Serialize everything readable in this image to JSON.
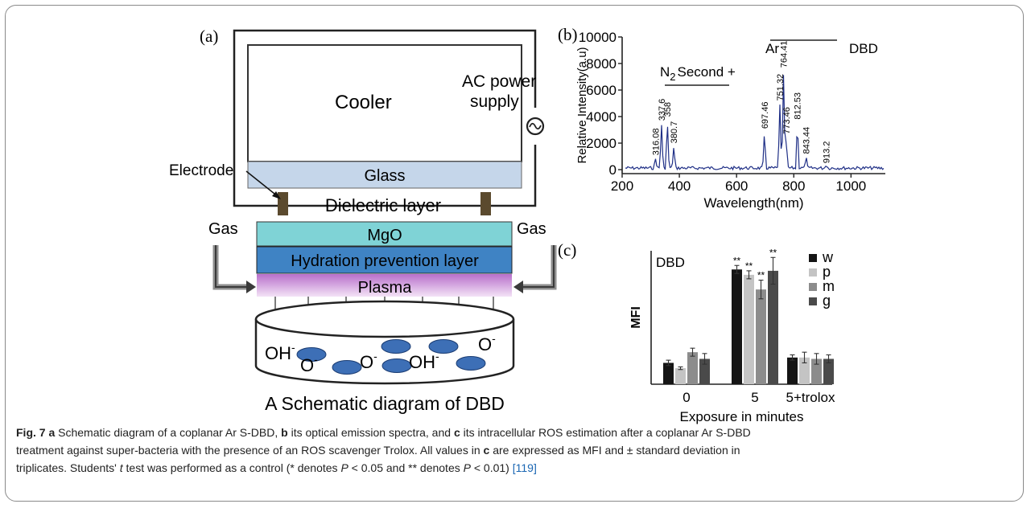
{
  "panel_a": {
    "label": "(a)",
    "cooler": "Cooler",
    "ac_line1": "AC power",
    "ac_line2": "supply",
    "electrode": "Electrode",
    "glass": "Glass",
    "dielectric": "Dielectric layer",
    "gas_left": "Gas",
    "gas_right": "Gas",
    "mgo": "MgO",
    "hydration": "Hydration prevention layer",
    "plasma": "Plasma",
    "species": [
      {
        "base": "OH",
        "sup": "-"
      },
      {
        "base": "O",
        "sup": "-"
      },
      {
        "base": "O",
        "sup": "-"
      },
      {
        "base": "OH",
        "sup": "-"
      },
      {
        "base": "O",
        "sup": "-"
      }
    ],
    "title": "A Schematic diagram of DBD",
    "colors": {
      "glass": "#c5d6ea",
      "mgo": "#7fd3d6",
      "hydration": "#3f83c4",
      "plasma": "#c27ed1",
      "ellipse": "#3d6fb6",
      "electrode": "#5b4a2e"
    }
  },
  "chart_data": [
    {
      "type": "line",
      "label": "(b)",
      "xlabel": "Wavelength(nm)",
      "ylabel": "Relative Intensity(a.u)",
      "xlim": [
        200,
        1120
      ],
      "ylim": [
        -300,
        10000
      ],
      "xticks": [
        200,
        400,
        600,
        800,
        1000
      ],
      "yticks": [
        0,
        2000,
        4000,
        6000,
        8000,
        10000
      ],
      "legend_text": "DBD",
      "annotations": {
        "n2_base": "N",
        "n2_sub": "2",
        "n2_rest": "Second +",
        "ar": "Ar"
      },
      "peaks": [
        {
          "x": 316.08,
          "y": 900,
          "label": "316.08"
        },
        {
          "x": 337.6,
          "y": 3500,
          "label": "337.6"
        },
        {
          "x": 358,
          "y": 3800,
          "label": "358"
        },
        {
          "x": 380.7,
          "y": 1800,
          "label": "380.7"
        },
        {
          "x": 697.46,
          "y": 2900,
          "label": "697.46"
        },
        {
          "x": 751.32,
          "y": 5000,
          "label": "751.32"
        },
        {
          "x": 764.41,
          "y": 7500,
          "label": "764.41"
        },
        {
          "x": 773.46,
          "y": 2500,
          "label": "773.46"
        },
        {
          "x": 812.53,
          "y": 3600,
          "label": "812.53"
        },
        {
          "x": 843.44,
          "y": 1000,
          "label": "843.44"
        },
        {
          "x": 913.2,
          "y": 300,
          "label": "913.2"
        }
      ],
      "color": "#1f2f86"
    },
    {
      "type": "bar",
      "label": "(c)",
      "title": "DBD",
      "xlabel": "Exposure in minutes",
      "ylabel": "MFI",
      "categories": [
        "0",
        "5",
        "5+trolox"
      ],
      "ylim": [
        0,
        1
      ],
      "series": [
        {
          "name": "w",
          "color": "#151515",
          "values": [
            0.16,
            0.86,
            0.2
          ],
          "errors": [
            0.02,
            0.03,
            0.02
          ],
          "sig": [
            "",
            "**",
            ""
          ]
        },
        {
          "name": "p",
          "color": "#c4c4c4",
          "values": [
            0.12,
            0.82,
            0.2
          ],
          "errors": [
            0.01,
            0.03,
            0.04
          ],
          "sig": [
            "",
            "**",
            ""
          ]
        },
        {
          "name": "m",
          "color": "#8c8c8c",
          "values": [
            0.24,
            0.71,
            0.19
          ],
          "errors": [
            0.03,
            0.07,
            0.04
          ],
          "sig": [
            "",
            "**",
            ""
          ]
        },
        {
          "name": "g",
          "color": "#4a4a4a",
          "values": [
            0.19,
            0.85,
            0.19
          ],
          "errors": [
            0.04,
            0.1,
            0.03
          ],
          "sig": [
            "",
            "**",
            ""
          ]
        }
      ]
    }
  ],
  "caption": {
    "fig": "Fig. 7",
    "a": "a",
    "t1": " Schematic diagram of a coplanar Ar S-DBD, ",
    "b": "b",
    "t2": " its optical emission spectra, and ",
    "c": "c",
    "t3": " its intracellular ROS estimation after a coplanar Ar S-DBD",
    "line2": "treatment against super-bacteria with the presence of an ROS scavenger Trolox. All values in ",
    "c2": "c",
    "line2b": " are expressed as MFI and ± standard deviation in",
    "line3a": "triplicates. Students' ",
    "t_ital": "t",
    "line3b": " test was performed as a control (* denotes ",
    "p1": "P",
    "line3c": " < 0.05 and ** denotes ",
    "p2": "P",
    "line3d": " < 0.01) ",
    "ref": "[119]"
  }
}
